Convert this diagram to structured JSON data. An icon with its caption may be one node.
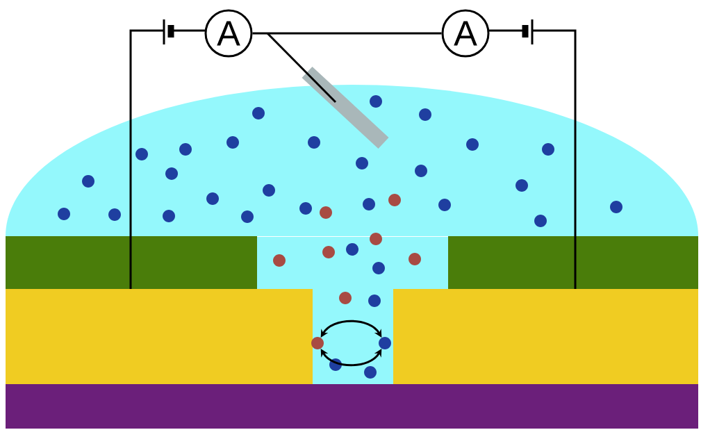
{
  "diagram": {
    "nodes": [
      {
        "text": [
          "A"
        ]
      },
      {
        "text": [
          "A"
        ]
      },
      {
        "text": [],
        "shape": "circle"
      },
      {
        "text": [],
        "shape": "circle"
      },
      {
        "text": [],
        "shape": "circle"
      },
      {
        "text": [],
        "shape": "circle"
      },
      {
        "text": [],
        "shape": "circle"
      },
      {
        "text": [],
        "shape": "circle"
      },
      {
        "text": [],
        "shape": "circle"
      },
      {
        "text": [],
        "shape": "circle"
      },
      {
        "text": [],
        "shape": "circle"
      },
      {
        "text": [],
        "shape": "circle"
      },
      {
        "text": [],
        "shape": "circle"
      },
      {
        "text": [],
        "shape": "circle"
      },
      {
        "text": [],
        "shape": "circle"
      },
      {
        "text": [],
        "shape": "circle"
      },
      {
        "text": [],
        "shape": "circle"
      },
      {
        "text": [],
        "shape": "circle"
      },
      {
        "text": [],
        "shape": "circle"
      },
      {
        "text": [],
        "shape": "circle"
      },
      {
        "text": [],
        "shape": "circle"
      },
      {
        "text": [],
        "shape": "circle"
      },
      {
        "text": [],
        "shape": "circle"
      },
      {
        "text": [],
        "shape": "circle"
      },
      {
        "text": [],
        "shape": "circle"
      },
      {
        "text": [],
        "shape": "circle"
      },
      {
        "text": [],
        "shape": "circle"
      },
      {
        "text": [],
        "shape": "circle"
      },
      {
        "text": [],
        "shape": "circle"
      },
      {
        "text": [],
        "shape": "circle"
      },
      {
        "text": [],
        "shape": "circle"
      },
      {
        "text": [],
        "shape": "circle"
      },
      {
        "text": [],
        "shape": "circle"
      },
      {
        "text": [],
        "shape": "circle"
      },
      {
        "text": [],
        "shape": "circle"
      },
      {
        "text": [],
        "shape": "circle"
      },
      {
        "text": [],
        "shape": "circle"
      },
      {
        "text": [],
        "shape": "circle"
      },
      {
        "text": [],
        "shape": "circle"
      },
      {
        "text": [],
        "shape": "circle"
      },
      {
        "text": [],
        "shape": "circle"
      }
    ],
    "edges": [
      {
        "from": 0,
        "to": 1,
        "arrow": "none"
      },
      {
        "from": 37,
        "to": 38,
        "arrow": "both"
      },
      {
        "from": 37,
        "to": 38,
        "arrow": "both"
      }
    ]
  }
}
